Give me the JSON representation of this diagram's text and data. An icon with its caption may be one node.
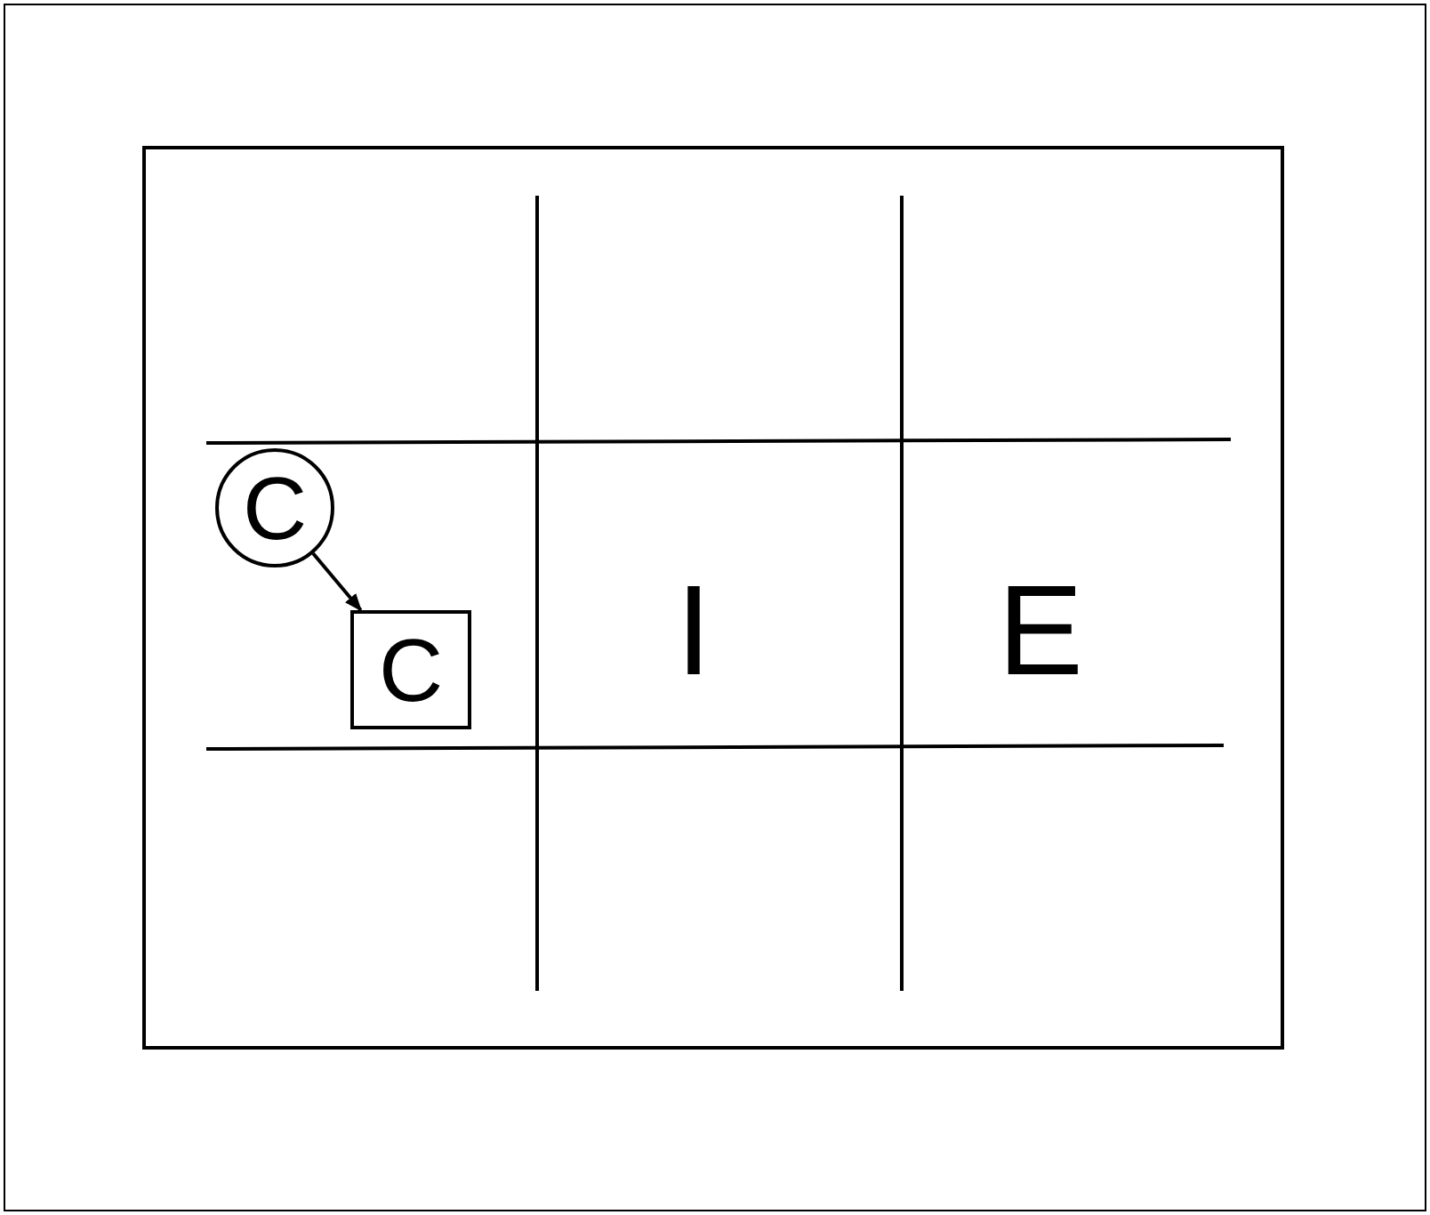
{
  "diagram": {
    "nodes": [
      {
        "text": [
          "C"
        ]
      },
      {
        "text": [
          "C"
        ]
      }
    ],
    "edges": [
      {
        "from": 0,
        "to": 1,
        "arrow": "to"
      }
    ],
    "labels": [
      "I",
      "E"
    ]
  }
}
